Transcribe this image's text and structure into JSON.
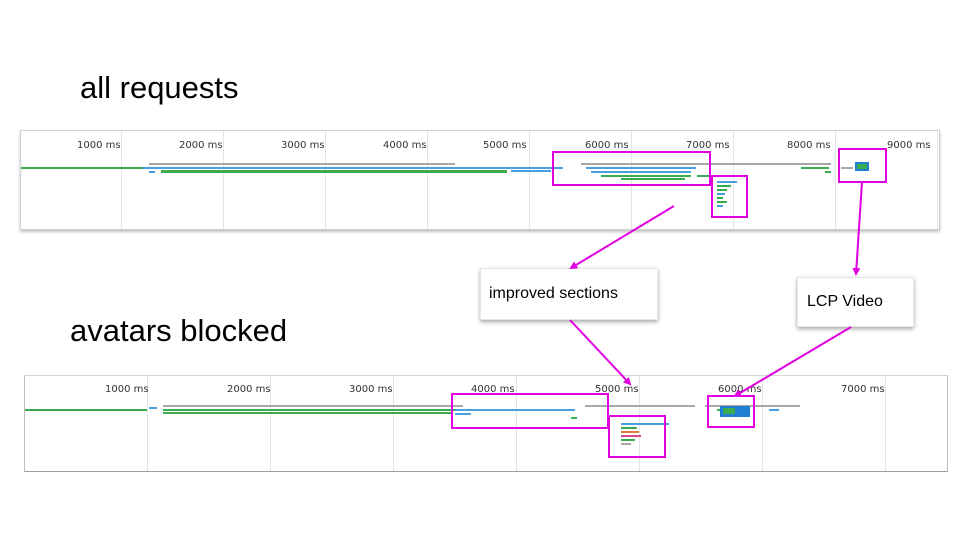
{
  "headings": {
    "all_requests": "all requests",
    "avatars_blocked": "avatars blocked"
  },
  "annotations": {
    "improved_sections": "improved sections",
    "lcp_video": "LCP Video"
  },
  "timelines": {
    "all_requests": {
      "ticks": [
        "1000 ms",
        "2000 ms",
        "3000 ms",
        "4000 ms",
        "5000 ms",
        "6000 ms",
        "7000 ms",
        "8000 ms",
        "9000 ms"
      ]
    },
    "avatars_blocked": {
      "ticks": [
        "1000 ms",
        "2000 ms",
        "3000 ms",
        "4000 ms",
        "5000 ms",
        "6000 ms",
        "7000 ms"
      ]
    }
  },
  "colors": {
    "highlight": "#e100e1",
    "request_green": "#3aab4f",
    "request_blue": "#4a9fe0",
    "request_gray": "#a8a8a8",
    "lcp_video_blue": "#1f7fd0"
  }
}
